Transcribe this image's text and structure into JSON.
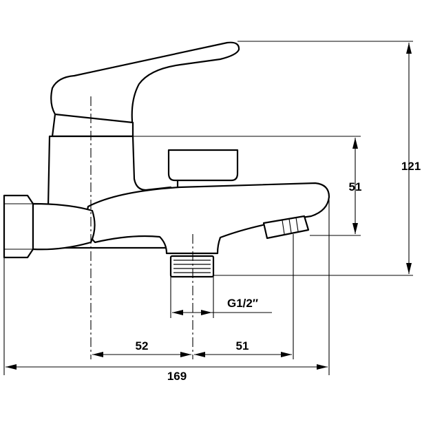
{
  "drawing": {
    "subject": "single-lever bath/shower mixer faucet, side view technical drawing",
    "dimensions": {
      "overall_height": "121",
      "body_height": "51",
      "thread": "G1/2″",
      "left_offset": "52",
      "right_offset": "51",
      "overall_length": "169"
    }
  }
}
